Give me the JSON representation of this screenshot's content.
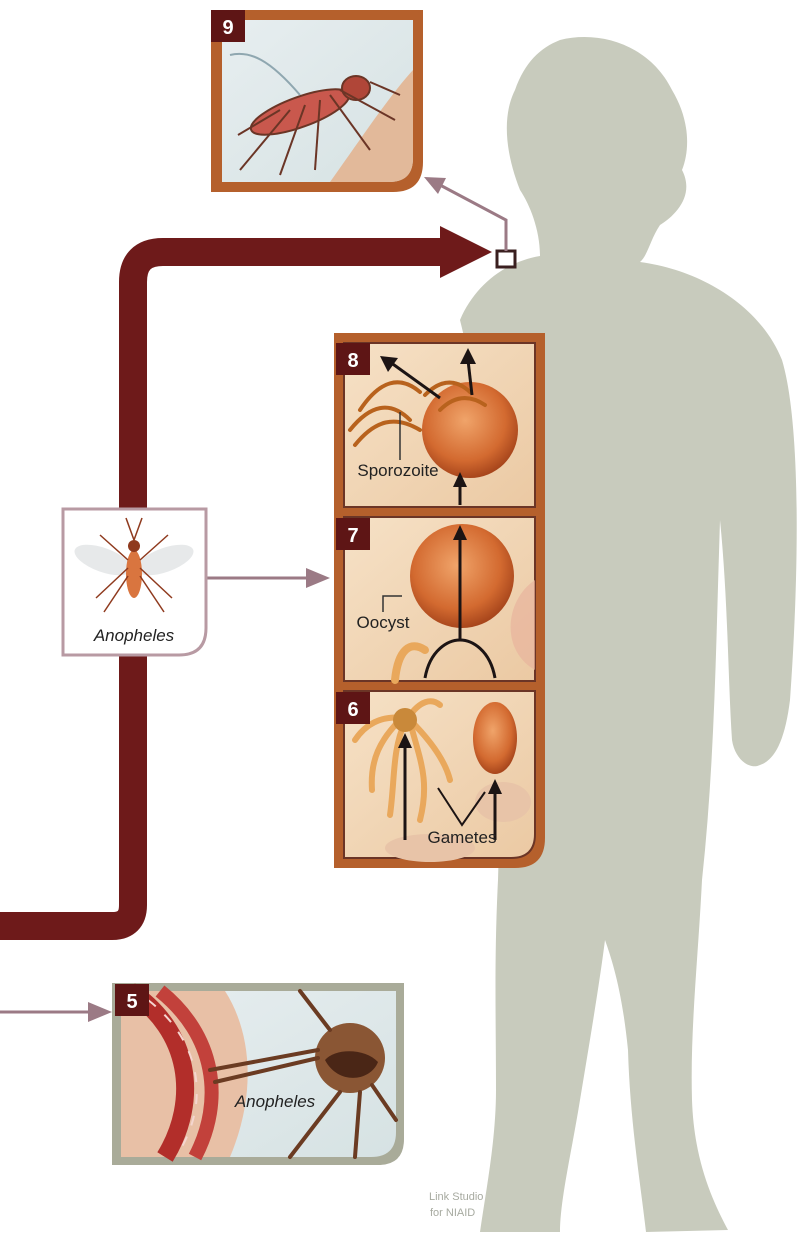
{
  "panels": {
    "p9": {
      "number": "9"
    },
    "p8": {
      "number": "8",
      "label": "Sporozoite"
    },
    "p7": {
      "number": "7",
      "label": "Oocyst"
    },
    "p6": {
      "number": "6",
      "label": "Gametes"
    },
    "p5": {
      "number": "5",
      "label": "Anopheles"
    }
  },
  "mosquito_card": {
    "label": "Anopheles"
  },
  "credit": {
    "line1": "Link Studio",
    "line2": "for NIAID"
  },
  "colors": {
    "pathway": "#6e1a1a",
    "connector": "#9b7a85",
    "panel_border": "#b5602c",
    "panel_bg": "#f3d7b6",
    "silhouette": "#c8cbbd",
    "badge": "#5e1515"
  }
}
